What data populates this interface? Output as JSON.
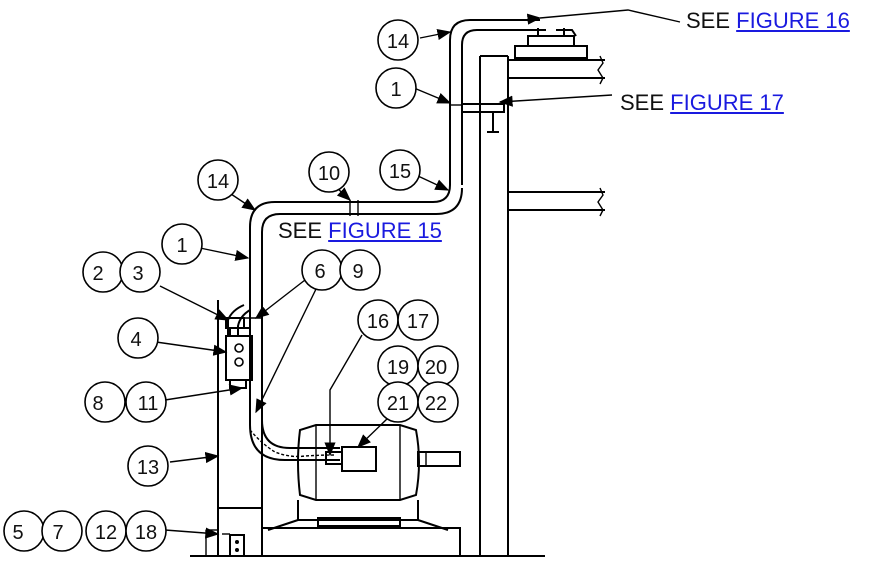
{
  "see_word": "SEE",
  "references": [
    {
      "id": "fig16",
      "label": "FIGURE 16"
    },
    {
      "id": "fig17",
      "label": "FIGURE 17"
    },
    {
      "id": "fig15",
      "label": "FIGURE 15"
    }
  ],
  "callouts": {
    "c14a": "14",
    "c1a": "1",
    "c15": "15",
    "c10": "10",
    "c14b": "14",
    "c1b": "1",
    "c2": "2",
    "c3": "3",
    "c6": "6",
    "c9": "9",
    "c4": "4",
    "c16": "16",
    "c17": "17",
    "c19": "19",
    "c20": "20",
    "c21": "21",
    "c22": "22",
    "c8": "8",
    "c11": "11",
    "c13": "13",
    "c5": "5",
    "c7": "7",
    "c12": "12",
    "c18": "18"
  }
}
